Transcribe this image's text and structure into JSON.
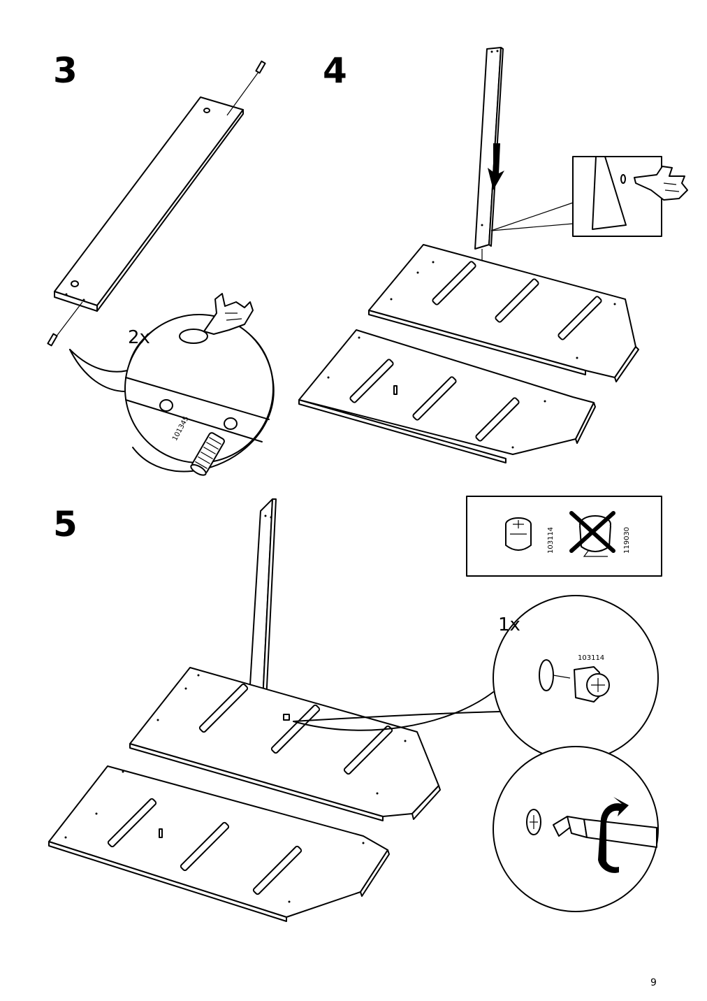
{
  "page": {
    "number": "9"
  },
  "steps": [
    {
      "number": "3",
      "zoom_qty": "2x",
      "part_number": "101345"
    },
    {
      "number": "4"
    },
    {
      "number": "5",
      "zoom_qty": "1x",
      "part_number": "103114"
    }
  ],
  "hardware_legend": {
    "correct_part": "103114",
    "incorrect_part": "119030"
  },
  "icons": [
    "pointing-hand-icon",
    "down-arrow-icon",
    "rotate-arrow-icon",
    "cross-out-icon"
  ]
}
